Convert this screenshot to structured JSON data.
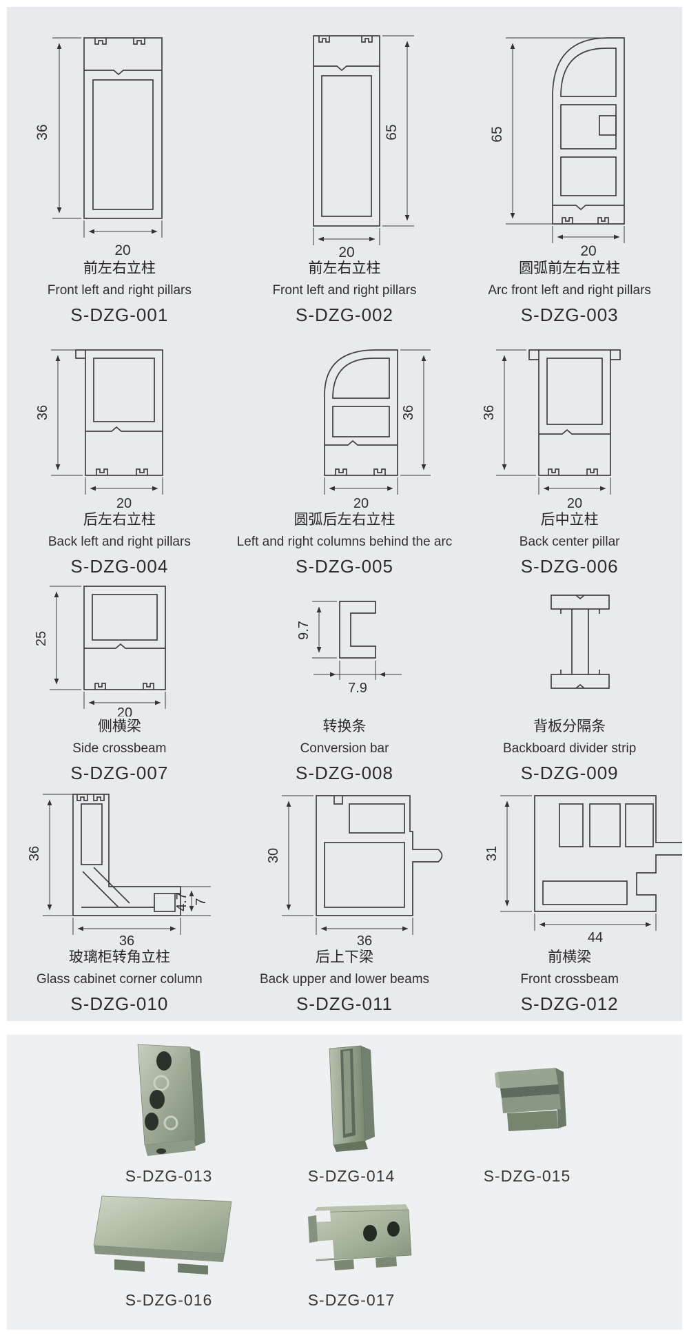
{
  "page": {
    "background": "#ffffff",
    "panel_top_color": "#e8eaed",
    "panel_bottom_color": "#eef0f2",
    "line_color": "#3f3f3f",
    "text_color": "#2b2b2b",
    "metal_color": "#9fab97"
  },
  "catalog": {
    "cells": [
      {
        "zh": "前左右立柱",
        "en": "Front left and right pillars",
        "code": "S-DZG-001",
        "dims": {
          "h": "36",
          "w": "20"
        }
      },
      {
        "zh": "前左右立柱",
        "en": "Front left and right pillars",
        "code": "S-DZG-002",
        "dims": {
          "h": "65",
          "w": "20"
        }
      },
      {
        "zh": "圆弧前左右立柱",
        "en": "Arc front left and right pillars",
        "code": "S-DZG-003",
        "dims": {
          "h": "65",
          "w": "20"
        }
      },
      {
        "zh": "后左右立柱",
        "en": "Back left and right pillars",
        "code": "S-DZG-004",
        "dims": {
          "h": "36",
          "w": "20"
        }
      },
      {
        "zh": "圆弧后左右立柱",
        "en": "Left and right columns behind the arc",
        "code": "S-DZG-005",
        "dims": {
          "h": "36",
          "w": "20"
        }
      },
      {
        "zh": "后中立柱",
        "en": "Back center pillar",
        "code": "S-DZG-006",
        "dims": {
          "h": "36",
          "w": "20"
        }
      },
      {
        "zh": "侧横梁",
        "en": "Side crossbeam",
        "code": "S-DZG-007",
        "dims": {
          "h": "25",
          "w": "20"
        }
      },
      {
        "zh": "转换条",
        "en": "Conversion bar",
        "code": "S-DZG-008",
        "dims": {
          "h": "9.7",
          "w": "7.9"
        }
      },
      {
        "zh": "背板分隔条",
        "en": "Backboard divider strip",
        "code": "S-DZG-009",
        "dims": {}
      },
      {
        "zh": "玻璃柜转角立柱",
        "en": "Glass cabinet corner column",
        "code": "S-DZG-010",
        "dims": {
          "h": "36",
          "w": "36",
          "d1": "4.7",
          "d2": "7"
        }
      },
      {
        "zh": "后上下梁",
        "en": "Back upper and lower beams",
        "code": "S-DZG-011",
        "dims": {
          "h": "30",
          "w": "36"
        }
      },
      {
        "zh": "前横梁",
        "en": "Front crossbeam",
        "code": "S-DZG-012",
        "dims": {
          "h": "31",
          "w": "44"
        }
      }
    ]
  },
  "hardware": {
    "items": [
      {
        "code": "S-DZG-013"
      },
      {
        "code": "S-DZG-014"
      },
      {
        "code": "S-DZG-015"
      },
      {
        "code": "S-DZG-016"
      },
      {
        "code": "S-DZG-017"
      }
    ]
  }
}
